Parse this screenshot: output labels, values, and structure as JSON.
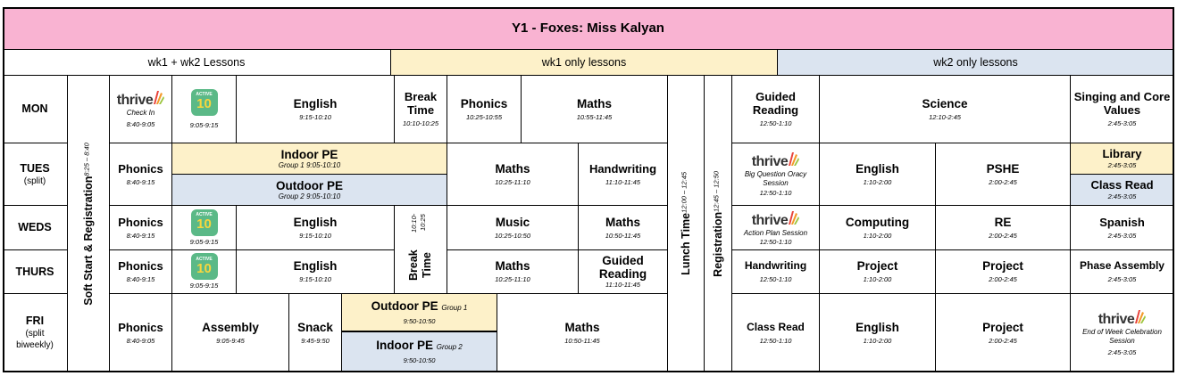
{
  "title": "Y1 - Foxes: Miss Kalyan",
  "legend": [
    {
      "label": "wk1 + wk2 Lessons",
      "tone": "white"
    },
    {
      "label": "wk1 only lessons",
      "tone": "yellow"
    },
    {
      "label": "wk2 only lessons",
      "tone": "blue"
    }
  ],
  "colors": {
    "title_bg": "#f9b3d2",
    "wk1": "#fdf1c9",
    "wk2": "#dbe4f0",
    "border": "#000000"
  },
  "logos": {
    "active10_top": "ACTIVE",
    "active10_num": "10",
    "thrive": "thrive"
  },
  "days": [
    {
      "label": "MON",
      "sub": ""
    },
    {
      "label": "TUES",
      "sub": "(split)"
    },
    {
      "label": "WEDS",
      "sub": ""
    },
    {
      "label": "THURS",
      "sub": ""
    },
    {
      "label": "FRI",
      "sub": "(split biweekly)"
    }
  ],
  "vertical": {
    "soft_start": {
      "label": "Soft Start & Registration",
      "time": "8:25 – 8:40"
    },
    "break": {
      "label": "Break Time",
      "time": "10:10-10:25"
    },
    "lunch": {
      "label": "Lunch Time",
      "time": "12:00 – 12:45"
    },
    "registration": {
      "label": "Registration",
      "time": "12:45 – 12:50"
    }
  },
  "mon": {
    "thrive": {
      "label": "Check In",
      "time": "8:40-9:05"
    },
    "active10": {
      "time": "9:05-9:15"
    },
    "english": {
      "label": "English",
      "time": "9:15-10:10"
    },
    "break": {
      "label": "Break Time",
      "time": "10:10-10:25"
    },
    "phonics": {
      "label": "Phonics",
      "time": "10:25-10:55"
    },
    "maths": {
      "label": "Maths",
      "time": "10:55-11:45"
    },
    "guided": {
      "label": "Guided Reading",
      "time": "12:50-1:10"
    },
    "science": {
      "label": "Science",
      "time": "12:10-2:45"
    },
    "singing": {
      "label": "Singing and Core Values",
      "time": "2:45-3:05"
    }
  },
  "tue": {
    "phonics": {
      "label": "Phonics",
      "time": "8:40-9:15"
    },
    "indoor": {
      "label": "Indoor PE",
      "group": "Group 1",
      "time": "9:05-10:10"
    },
    "outdoor": {
      "label": "Outdoor PE",
      "group": "Group 2",
      "time": "9:05-10:10"
    },
    "maths": {
      "label": "Maths",
      "time": "10:25-11:10"
    },
    "handwriting": {
      "label": "Handwriting",
      "time": "11:10-11:45"
    },
    "thrive": {
      "label": "Big Question Oracy Session",
      "time": "12:50-1:10"
    },
    "english": {
      "label": "English",
      "time": "1:10-2:00"
    },
    "pshe": {
      "label": "PSHE",
      "time": "2:00-2:45"
    },
    "library": {
      "label": "Library",
      "time": "2:45-3:05"
    },
    "classread": {
      "label": "Class Read",
      "time": "2:45-3:05"
    }
  },
  "wed": {
    "phonics": {
      "label": "Phonics",
      "time": "8:40-9:15"
    },
    "active10": {
      "time": "9:05-9:15"
    },
    "english": {
      "label": "English",
      "time": "9:15-10:10"
    },
    "music": {
      "label": "Music",
      "time": "10:25-10:50"
    },
    "maths": {
      "label": "Maths",
      "time": "10:50-11:45"
    },
    "thrive": {
      "label": "Action Plan Session",
      "time": "12:50-1:10"
    },
    "computing": {
      "label": "Computing",
      "time": "1:10-2:00"
    },
    "re": {
      "label": "RE",
      "time": "2:00-2:45"
    },
    "spanish": {
      "label": "Spanish",
      "time": "2:45-3:05"
    }
  },
  "thu": {
    "phonics": {
      "label": "Phonics",
      "time": "8:40-9:15"
    },
    "active10": {
      "time": "9:05-9:15"
    },
    "english": {
      "label": "English",
      "time": "9:15-10:10"
    },
    "maths": {
      "label": "Maths",
      "time": "10:25-11:10"
    },
    "guided": {
      "label": "Guided Reading",
      "time": "11:10-11:45"
    },
    "handwriting": {
      "label": "Handwriting",
      "time": "12:50-1:10"
    },
    "project1": {
      "label": "Project",
      "time": "1:10-2:00"
    },
    "project2": {
      "label": "Project",
      "time": "2:00-2:45"
    },
    "phase": {
      "label": "Phase Assembly",
      "time": "2:45-3:05"
    }
  },
  "fri": {
    "phonics": {
      "label": "Phonics",
      "time": "8:40-9:05"
    },
    "assembly": {
      "label": "Assembly",
      "time": "9:05-9:45"
    },
    "snack": {
      "label": "Snack",
      "time": "9:45-9:50"
    },
    "outdoor": {
      "label": "Outdoor PE",
      "group": "Group 1",
      "time": "9:50-10:50"
    },
    "indoor": {
      "label": "Indoor PE",
      "group": "Group 2",
      "time": "9:50-10:50"
    },
    "maths": {
      "label": "Maths",
      "time": "10:50-11:45"
    },
    "classread": {
      "label": "Class Read",
      "time": "12:50-1:10"
    },
    "english": {
      "label": "English",
      "time": "1:10-2:00"
    },
    "project": {
      "label": "Project",
      "time": "2:00-2:45"
    },
    "thrive": {
      "label": "End of Week Celebration Session",
      "time": "2:45-3:05"
    }
  }
}
